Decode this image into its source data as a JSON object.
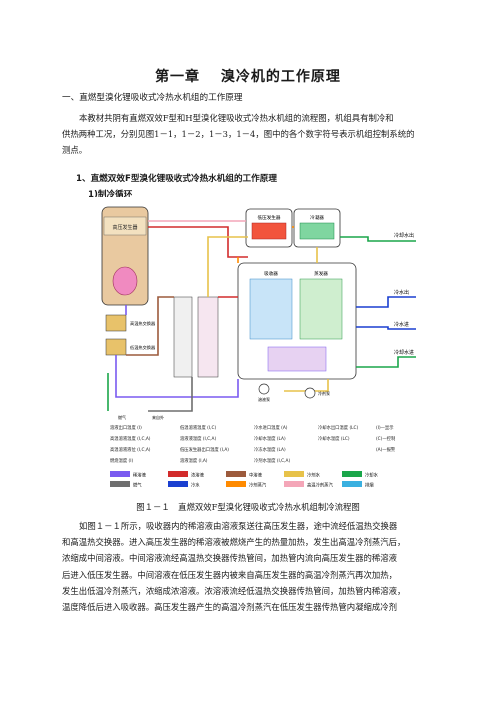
{
  "chapter": {
    "title": "第一章　  溴冷机的工作原理"
  },
  "section1": {
    "heading": "一、直燃型溴化锂吸收式冷热水机组的工作原理",
    "intro_lines": [
      "本教材共阴有直燃双效F型和H型溴化锂吸收式冷热水机组的流程图，机组具有制冷和",
      "供热两种工况，分别见图1－1，1－2，1－3，1－4，图中的各个数字符号表示机组控制系统的",
      "测点。"
    ]
  },
  "subsection": {
    "heading": "1、直燃双效F型溴化锂吸收式冷热水机组的工作原理",
    "sub_heading": "1)制冷循环"
  },
  "diagram": {
    "right_labels": [
      "冷却水出",
      "冷水出",
      "冷水进",
      "冷却水进"
    ],
    "left_labels": [
      "高温热交换器",
      "低温热交换器",
      "溶液泵",
      "燃气",
      "来自外"
    ],
    "top_labels": [
      "高压发生器",
      "低压发生器",
      "冷凝器",
      "吸收器",
      "蒸发器",
      "冷剂泵"
    ],
    "legend_items": [
      "溶液出口温度 (I)",
      "高温溶液温度 (I,C,A)",
      "高温溶液液位 (I,C,A)",
      "燃烧温度 (I)",
      "低温溶液温度 (I,C)",
      "溶液液温度 (I,C,A)",
      "低压发生器出口温度 (I,A)",
      "溶液温度 (I,A)",
      "冷水进口温度 (A)",
      "冷却水温度 (LA)",
      "冷冻水温度 (LA)",
      "冷剂水温度 (I,C,A)",
      "冷却水出口温度 (LC)",
      "冷却水温度 (LC)"
    ],
    "symbols": [
      "(I)—显示",
      "(C)—控制",
      "(A)—报警"
    ],
    "color_legend": [
      {
        "label": "稀溶液",
        "color": "#7a5af0"
      },
      {
        "label": "浓溶液",
        "color": "#d22b2b"
      },
      {
        "label": "中溶液",
        "color": "#9c5a3c"
      },
      {
        "label": "冷剂水",
        "color": "#e7c24a"
      },
      {
        "label": "冷却水",
        "color": "#1aa64a"
      },
      {
        "label": "燃气",
        "color": "#6e6e6e"
      },
      {
        "label": "冷水",
        "color": "#1a3fd0"
      },
      {
        "label": "冷剂蒸汽",
        "color": "#ff8a00"
      },
      {
        "label": "高温冷剂蒸汽",
        "color": "#f4a6b8"
      },
      {
        "label": "排烟",
        "color": "#3ab0e0"
      }
    ]
  },
  "figure": {
    "caption": "图１－１　直燃双效F型溴化锂吸收式冷热水机组制冷流程图"
  },
  "body": {
    "lines": [
      "如图１－１所示，吸收器内的稀溶液由溶液泵送往高压发生器，途中流经低温热交换器",
      "和高温热交换器。进入高压发生器的稀溶液被燃烧产生的热量加热，发生出高温冷剂蒸汽后，",
      "浓缩成中间溶液。中间溶液流经高温热交换器传热管间，加热管内流向高压发生器的稀溶液",
      "后进入低压发生器。中间溶液在低压发生器内被来自高压发生器的高温冷剂蒸汽再次加热，",
      "发生出低温冷剂蒸汽，浓缩成浓溶液。浓溶液流经低温热交换器传热管间，加热管内稀溶液，",
      "温度降低后进入吸收器。高压发生器产生的高温冷剂蒸汽在低压发生器传热管内凝缩成冷剂"
    ]
  }
}
